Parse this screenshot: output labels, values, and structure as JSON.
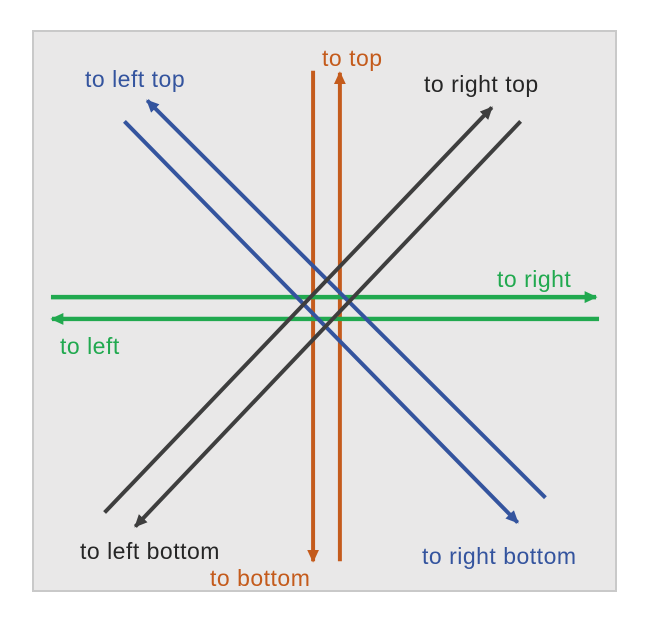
{
  "colors": {
    "orange": "#c45b1c",
    "green": "#21a94f",
    "blue": "#34549e",
    "dark_line": "#3e3e3e",
    "dark_text": "#262626",
    "box_fill": "#e9e8e8",
    "box_border": "#c9c9c9",
    "page_background": "#ffffff"
  },
  "diagram": {
    "labels": {
      "to_top": "to top",
      "to_bottom": "to bottom",
      "to_left": "to left",
      "to_right": "to right",
      "to_left_top": "to left top",
      "to_right_top": "to right top",
      "to_left_bottom": "to left bottom",
      "to_right_bottom": "to right bottom"
    }
  }
}
